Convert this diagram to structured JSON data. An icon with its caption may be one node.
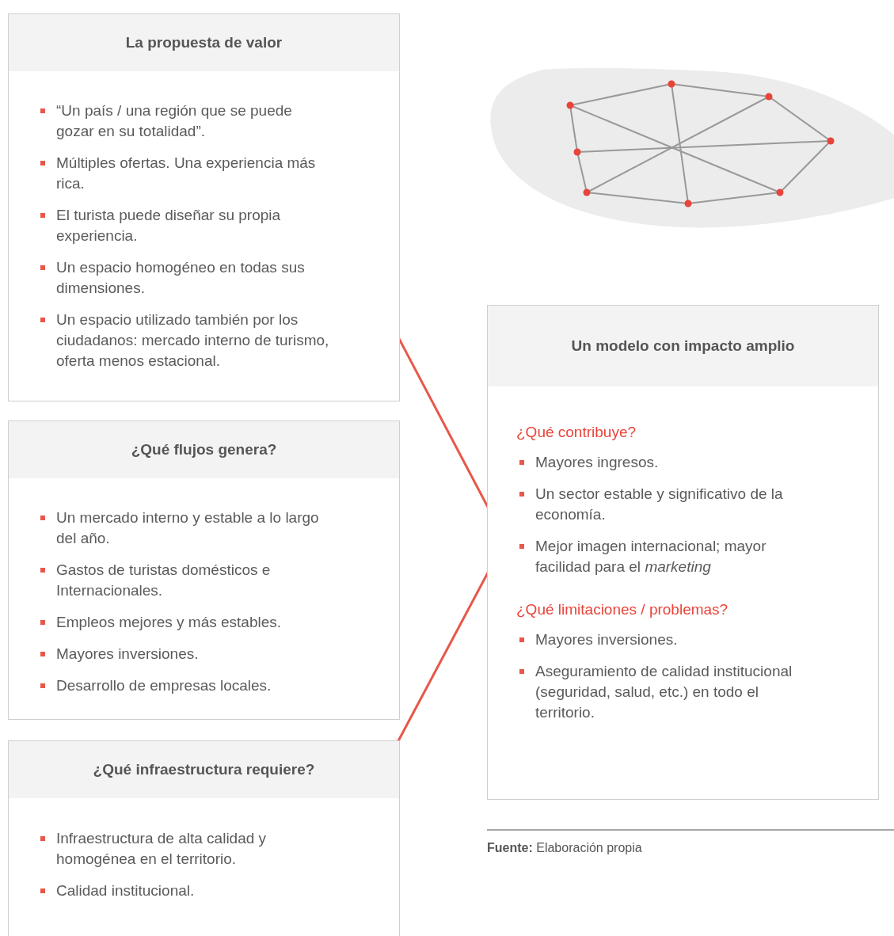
{
  "diagram": {
    "caption": "**Fuente:** Elaboración propia",
    "nodes": [
      {
        "text": [
          "La propuesta de valor",
          "“Un país / una región que se puede gozar en su totalidad”.",
          "Múltiples ofertas. Una experiencia más rica.",
          "El turista puede diseñar su propia experiencia.",
          "Un espacio homogéneo en todas sus dimensiones.",
          "Un espacio utilizado también por los ciudadanos: mercado interno de turismo, oferta menos estacional."
        ]
      },
      {
        "text": [
          "¿Qué flujos genera?",
          "Un mercado interno y estable a lo largo del año.",
          "Gastos de turistas domésticos e Internacionales.",
          "Empleos mejores y más estables.",
          "Mayores inversiones.",
          "Desarrollo de empresas locales."
        ]
      },
      {
        "text": [
          "¿Qué infraestructura requiere?",
          "Infraestructura de alta calidad y homogénea en el territorio.",
          "Calidad institucional."
        ]
      },
      {
        "text": [
          "Un modelo con impacto amplio",
          "¿Qué contribuye?",
          "Mayores ingresos.",
          "Un sector estable y significativo de la economía.",
          "Mejor imagen internacional; mayor facilidad para el *marketing*",
          "¿Qué limitaciones / problemas?",
          "Mayores inversiones.",
          "Aseguramiento de calidad institucional (seguridad, salud, etc.) en todo el territorio."
        ]
      }
    ],
    "edges": []
  }
}
